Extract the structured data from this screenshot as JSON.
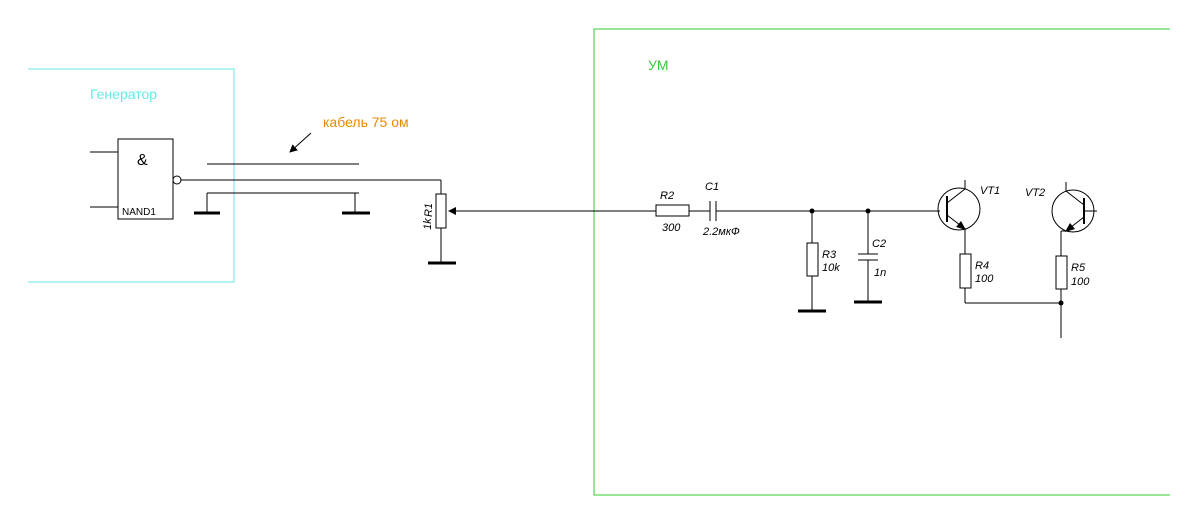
{
  "blocks": {
    "generator": {
      "title": "Генератор",
      "color": "#66e8e8"
    },
    "amplifier": {
      "title": "УМ",
      "color": "#33cc33"
    }
  },
  "cable": {
    "label": "кабель 75 ом",
    "color": "#e68a00"
  },
  "gate": {
    "symbol": "&",
    "name": "NAND1"
  },
  "components": {
    "R1": {
      "ref": "R1",
      "value": "1k"
    },
    "R2": {
      "ref": "R2",
      "value": "300"
    },
    "C1": {
      "ref": "C1",
      "value": "2.2мкФ"
    },
    "R3": {
      "ref": "R3",
      "value": "10k"
    },
    "C2": {
      "ref": "C2",
      "value": "1n"
    },
    "VT1": {
      "ref": "VT1"
    },
    "VT2": {
      "ref": "VT2"
    },
    "R4": {
      "ref": "R4",
      "value": "100"
    },
    "R5": {
      "ref": "R5",
      "value": "100"
    }
  }
}
